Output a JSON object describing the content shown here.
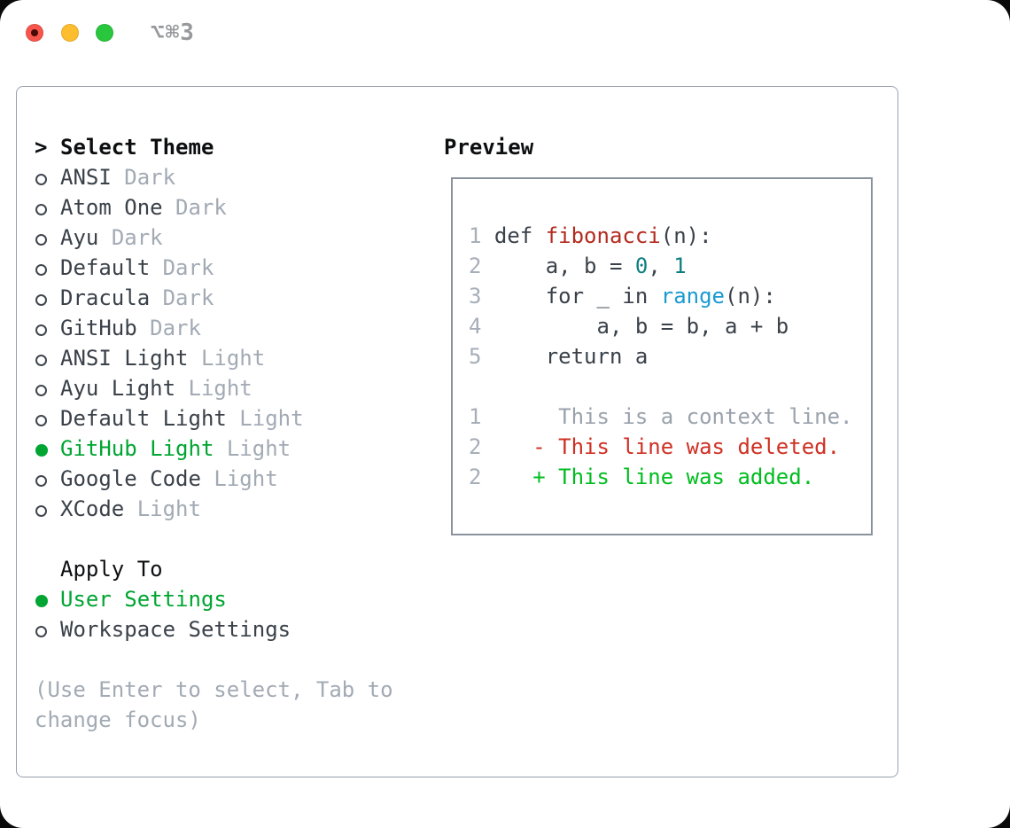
{
  "window": {
    "title_shortcut": "⌥⌘3"
  },
  "theme_picker": {
    "prompt": ">",
    "title": "Select Theme",
    "themes": [
      {
        "name": "ANSI",
        "variant": "Dark",
        "selected": false
      },
      {
        "name": "Atom One",
        "variant": "Dark",
        "selected": false
      },
      {
        "name": "Ayu",
        "variant": "Dark",
        "selected": false
      },
      {
        "name": "Default",
        "variant": "Dark",
        "selected": false
      },
      {
        "name": "Dracula",
        "variant": "Dark",
        "selected": false
      },
      {
        "name": "GitHub",
        "variant": "Dark",
        "selected": false
      },
      {
        "name": "ANSI Light",
        "variant": "Light",
        "selected": false
      },
      {
        "name": "Ayu Light",
        "variant": "Light",
        "selected": false
      },
      {
        "name": "Default Light",
        "variant": "Light",
        "selected": false
      },
      {
        "name": "GitHub Light",
        "variant": "Light",
        "selected": true
      },
      {
        "name": "Google Code",
        "variant": "Light",
        "selected": false
      },
      {
        "name": "XCode",
        "variant": "Light",
        "selected": false
      }
    ],
    "apply_to": {
      "title": "Apply To",
      "options": [
        {
          "label": "User Settings",
          "selected": true
        },
        {
          "label": "Workspace Settings",
          "selected": false
        }
      ]
    },
    "hint": "(Use Enter to select, Tab to change focus)"
  },
  "preview": {
    "title": "Preview",
    "lines": [
      {
        "num": "1",
        "segments": [
          {
            "text": "def ",
            "style": "code"
          },
          {
            "text": "fibonacci",
            "style": "func"
          },
          {
            "text": "(n):",
            "style": "code"
          }
        ]
      },
      {
        "num": "2",
        "segments": [
          {
            "text": "    a, b = ",
            "style": "code"
          },
          {
            "text": "0",
            "style": "num"
          },
          {
            "text": ", ",
            "style": "code"
          },
          {
            "text": "1",
            "style": "num"
          }
        ]
      },
      {
        "num": "3",
        "segments": [
          {
            "text": "    for _ in ",
            "style": "code"
          },
          {
            "text": "range",
            "style": "builtin"
          },
          {
            "text": "(n):",
            "style": "code"
          }
        ]
      },
      {
        "num": "4",
        "segments": [
          {
            "text": "        a, b = b, a + b",
            "style": "code"
          }
        ]
      },
      {
        "num": "5",
        "segments": [
          {
            "text": "    return a",
            "style": "code"
          }
        ]
      },
      {
        "blank": true
      },
      {
        "num": "1",
        "segments": [
          {
            "text": "     This is a context line.",
            "style": "context"
          }
        ]
      },
      {
        "num": "2",
        "segments": [
          {
            "text": "   - This line was deleted.",
            "style": "deleted"
          }
        ]
      },
      {
        "num": "2",
        "segments": [
          {
            "text": "   + This line was added.",
            "style": "added"
          }
        ]
      }
    ]
  },
  "colors": {
    "accent_green": "#00a532",
    "diff_added": "#00bd1f",
    "diff_deleted": "#cf3023",
    "syntax_function": "#b32b1e",
    "syntax_number": "#0e7e80",
    "syntax_builtin": "#1b9ad2",
    "muted_text": "#a2aab4",
    "dark_text": "#3a4149",
    "panel_border": "#98a0ac",
    "traffic_red": "#f8554c",
    "traffic_yellow": "#fcbd2e",
    "traffic_green": "#28c73d"
  }
}
